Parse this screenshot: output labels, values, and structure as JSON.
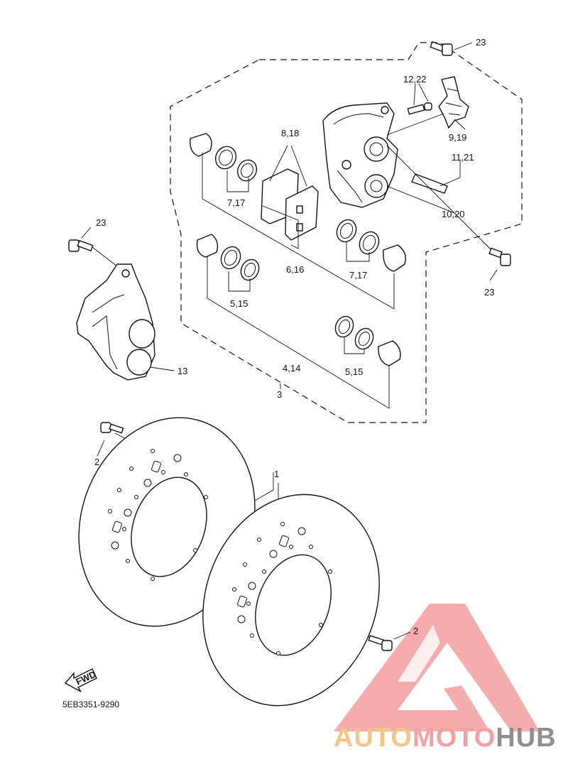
{
  "labels": {
    "l23a": "23",
    "l1222": "12,22",
    "l818": "8,18",
    "l919": "9,19",
    "l1121": "11,21",
    "l717a": "7,17",
    "l1020": "10,20",
    "l23b": "23",
    "l616": "6,16",
    "l717b": "7,17",
    "l23c": "23",
    "l515a": "5,15",
    "l13": "13",
    "l414": "4,14",
    "l515b": "5,15",
    "l3": "3",
    "l2a": "2",
    "l1": "1",
    "l2b": "2",
    "fwd": "FWD"
  },
  "diagram_code": "5EB3351-9290",
  "watermark": {
    "part1": "AUTO",
    "part2": "MOTO",
    "part3": "HUB",
    "colors": {
      "part1": "#f7c488",
      "part2": "#f3a0a0",
      "part3": "#8f8f8f",
      "triangle": "#f4a3a3"
    }
  }
}
